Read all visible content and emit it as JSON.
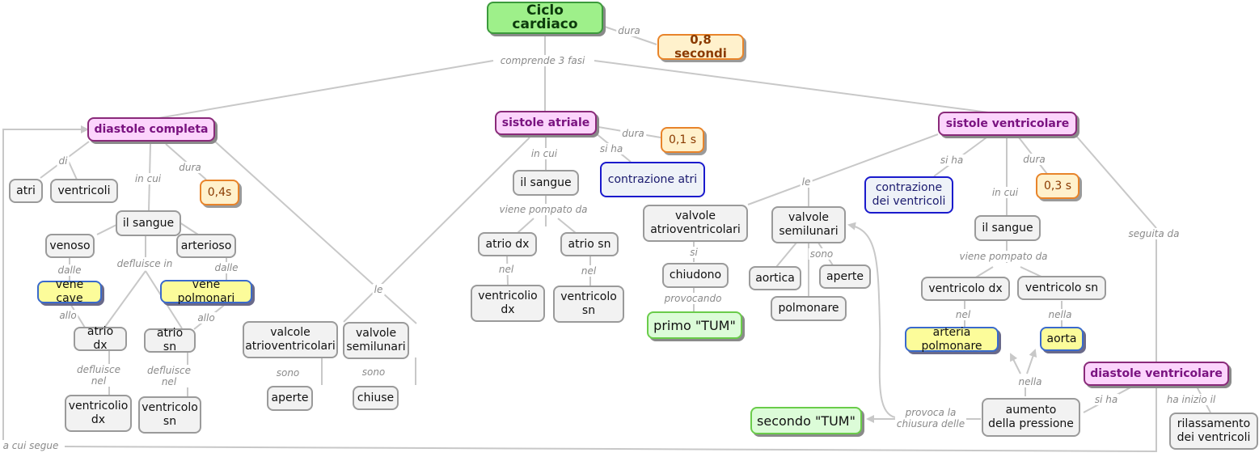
{
  "title": "Ciclo cardiaco",
  "root": {
    "label": "Ciclo cardiaco",
    "dura_label": "dura",
    "duration": "0,8 secondi",
    "phases_label": "comprende 3 fasi"
  },
  "diastole_completa": {
    "label": "diastole completa",
    "di_label": "di",
    "di_targets": [
      "atri",
      "ventricoli"
    ],
    "dura_label": "dura",
    "duration": "0,4s",
    "in_cui_label": "in cui",
    "sangue": "il sangue",
    "venoso": "venoso",
    "arterioso": "arterioso",
    "dalle_label": "dalle",
    "vene_cave": "vene cave",
    "vene_polmonari": "vene polmonari",
    "allo_label": "allo",
    "defluisce_in_label": "defluisce in",
    "atrio_dx": "atrio dx",
    "atrio_sn": "atrio sn",
    "defluisce_nel_label": "defluisce\nnel",
    "ventricolo_dx": "ventricolio\ndx",
    "ventricolo_sn": "ventricolo\nsn",
    "le_label": "le",
    "valvole_av": "valcole\natrioventricolari",
    "valvole_sl": "valvole\nsemilunari",
    "sono_label": "sono",
    "aperte": "aperte",
    "chiuse": "chiuse",
    "a_cui_segue_label": "a cui segue"
  },
  "sistole_atriale": {
    "label": "sistole atriale",
    "dura_label": "dura",
    "duration": "0,1 s",
    "si_ha_label": "si ha",
    "contrazione": "contrazione atri",
    "in_cui_label": "in cui",
    "sangue": "il sangue",
    "pompato_label": "viene pompato da",
    "atrio_dx": "atrio dx",
    "atrio_sn": "atrio sn",
    "nel_label": "nel",
    "ventricolo_dx": "ventricolio\ndx",
    "ventricolo_sn": "ventricolo\nsn"
  },
  "sistole_ventricolare": {
    "label": "sistole ventricolare",
    "le_label": "le",
    "valvole_av": "valvole\natrioventricolari",
    "si_label": "si",
    "chiudono": "chiudono",
    "provocando_label": "provocando",
    "primo_tum": "primo \"TUM\"",
    "valvole_sl": "valvole\nsemilunari",
    "aortica": "aortica",
    "polmonare": "polmonare",
    "sono_label": "sono",
    "aperte": "aperte",
    "si_ha_label": "si ha",
    "contrazione": "contrazione\ndei ventricoli",
    "dura_label": "dura",
    "duration": "0,3 s",
    "in_cui_label": "in cui",
    "sangue": "il sangue",
    "pompato_label": "viene pompato da",
    "ventricolo_dx": "ventricolo dx",
    "ventricolo_sn": "ventricolo sn",
    "nel_label": "nel",
    "nella_label": "nella",
    "arteria_polmonare": "arteria polmonare",
    "aorta": "aorta",
    "seguita_da_label": "seguita da"
  },
  "diastole_ventricolare": {
    "label": "diastole ventricolare",
    "si_ha_label": "si ha",
    "aumento": "aumento\ndella pressione",
    "nella_label": "nella",
    "provoca_label": "provoca la\nchiusura delle",
    "secondo_tum": "secondo \"TUM\"",
    "ha_inizio_label": "ha inizio il",
    "rilassamento": "rilassamento\ndei ventricoli"
  },
  "colors": {
    "root_fill": "#9ef08a",
    "phase_fill": "#fcd4fc",
    "phase_text": "#7a1380",
    "time_fill": "#fff1cc",
    "time_border": "#e8842a",
    "vessel_fill": "#fcfc9a",
    "tum_fill": "#dcfcd8",
    "link_color": "#c8c8c8"
  }
}
